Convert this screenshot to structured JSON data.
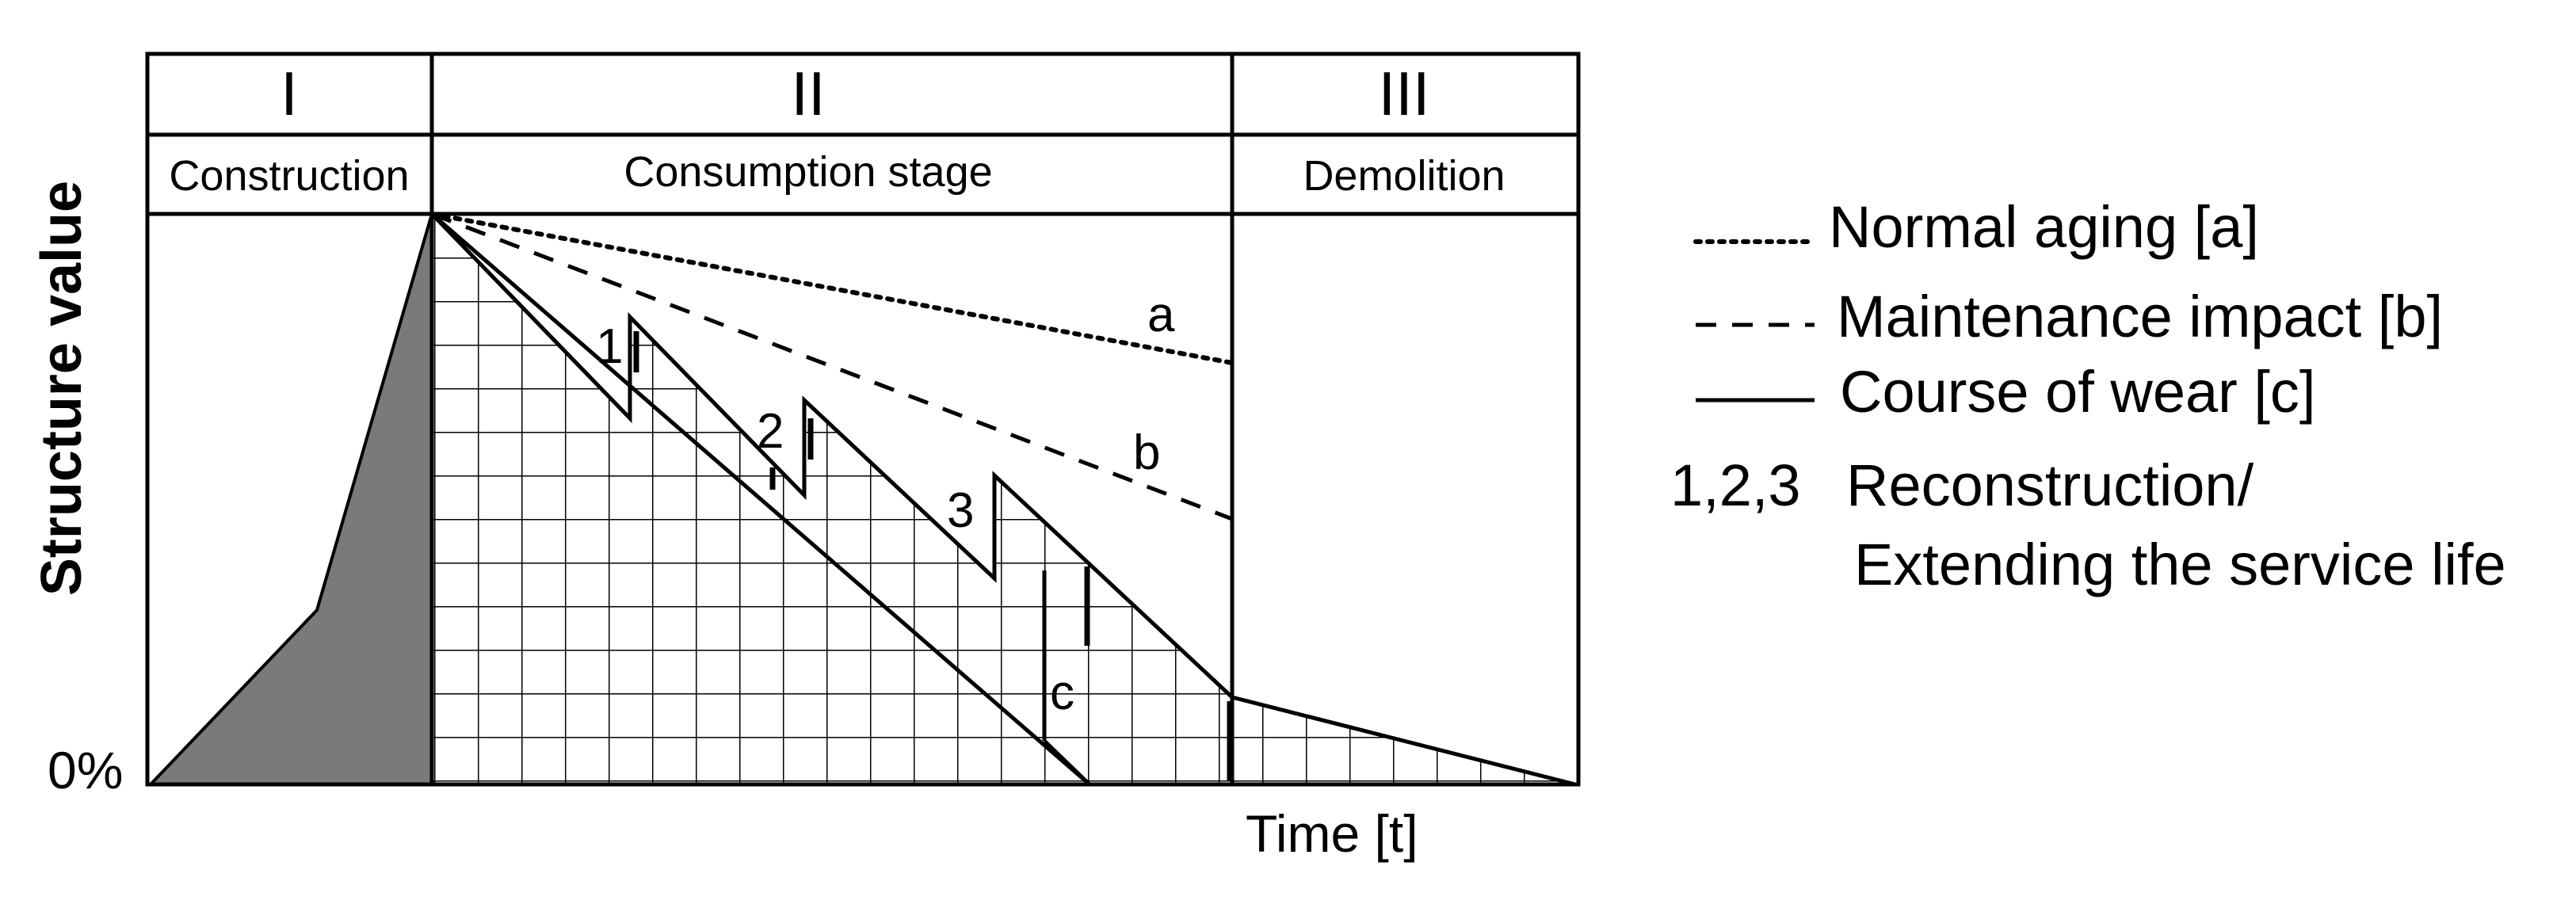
{
  "stages": [
    {
      "numeral": "I",
      "name": "Construction"
    },
    {
      "numeral": "II",
      "name": "Consumption stage"
    },
    {
      "numeral": "III",
      "name": "Demolition"
    }
  ],
  "axes": {
    "y_title": "Structure value",
    "y_origin_label": "0%",
    "x_title": "Time [t]"
  },
  "curve_labels": {
    "a": "a",
    "b": "b",
    "c": "c",
    "r1": "1",
    "r2": "2",
    "r3": "3"
  },
  "legend": {
    "normal_aging": "Normal aging [a]",
    "maintenance": "Maintenance impact [b]",
    "wear": "Course of wear [c]",
    "recon_key": "1,2,3",
    "recon_line1": "Reconstruction/",
    "recon_line2": "Extending the service life"
  },
  "colors": {
    "construction_fill": "#7a7a7a",
    "line": "#000000",
    "background": "#ffffff"
  }
}
